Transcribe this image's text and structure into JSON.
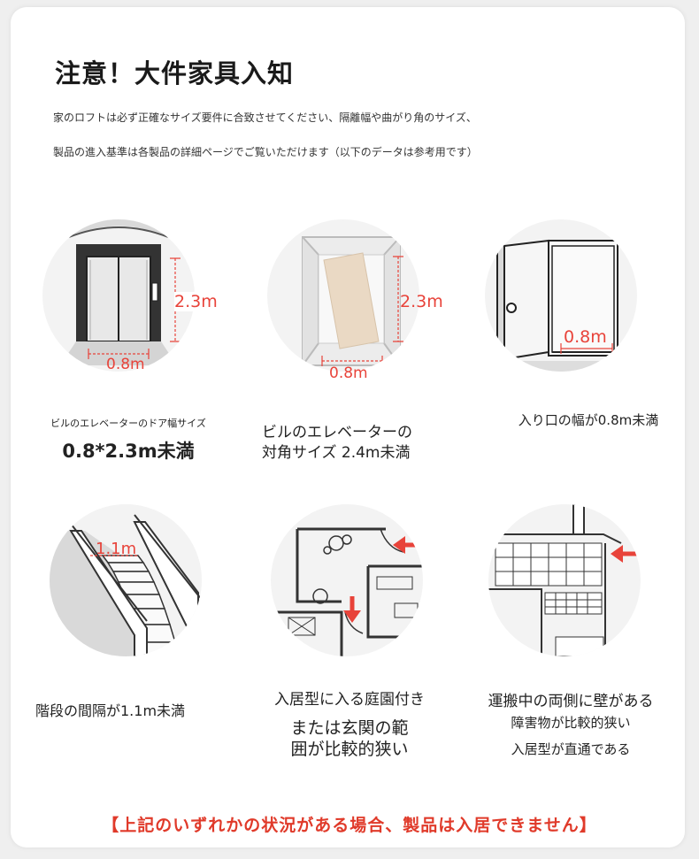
{
  "title": "注意！大件家具入知",
  "description": [
    "家のロフトは必ず正確なサイズ要件に合致させてください、隔離幅や曲がり角のサイズ、",
    "製品の進入基準は各製品の詳細ページでご覧いただけます（以下のデータは参考用です）"
  ],
  "items": [
    {
      "icon": "elevator-door-icon",
      "dim_w": "0.8m",
      "dim_h": "2.3m",
      "lines": [
        "ビルのエレベーターのドア幅サイズ",
        "0.8*2.3m未満"
      ]
    },
    {
      "icon": "elevator-interior-icon",
      "dim_w": "0.8m",
      "dim_h": "2.3m",
      "lines": [
        "ビルのエレベーターの",
        "対角サイズ 2.4m未満"
      ]
    },
    {
      "icon": "entrance-door-icon",
      "dim_w": "0.8m",
      "lines": [
        "入り口の幅が0.8m未満"
      ]
    },
    {
      "icon": "staircase-icon",
      "dim_w": "1.1m",
      "lines": [
        "階段の間隔が1.1m未満"
      ]
    },
    {
      "icon": "floor-plan-icon",
      "lines": [
        "入居型に入る庭園付き",
        "または玄関の範",
        "囲が比較的狭い"
      ]
    },
    {
      "icon": "narrow-corridor-icon",
      "lines": [
        "運搬中の両側に壁がある",
        "障害物が比較的狭い",
        "入居型が直通である"
      ]
    }
  ],
  "warning": "【上記のいずれかの状況がある場合、製品は入居できません】",
  "colors": {
    "accent": "#e8433a",
    "warning": "#e03a2a"
  }
}
